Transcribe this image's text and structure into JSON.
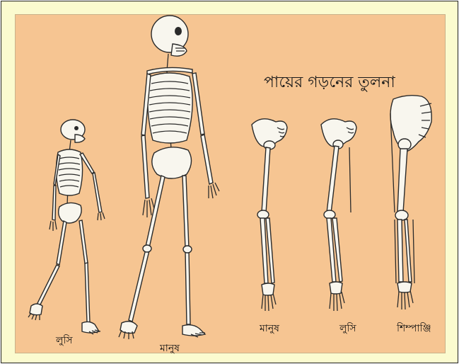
{
  "diagram": {
    "title": "পায়ের গড়নের তুলনা",
    "labels": {
      "lucy_skeleton": "লুসি",
      "human_skeleton": "মানুষ",
      "human_leg": "মানুষ",
      "lucy_leg": "লুসি",
      "chimp_leg": "শিম্পাঞ্জি"
    }
  },
  "colors": {
    "outer_frame": "#fbfbcf",
    "panel_background": "#f6c592",
    "bone": "#f8f6ee",
    "outline": "#2a2a2a"
  }
}
